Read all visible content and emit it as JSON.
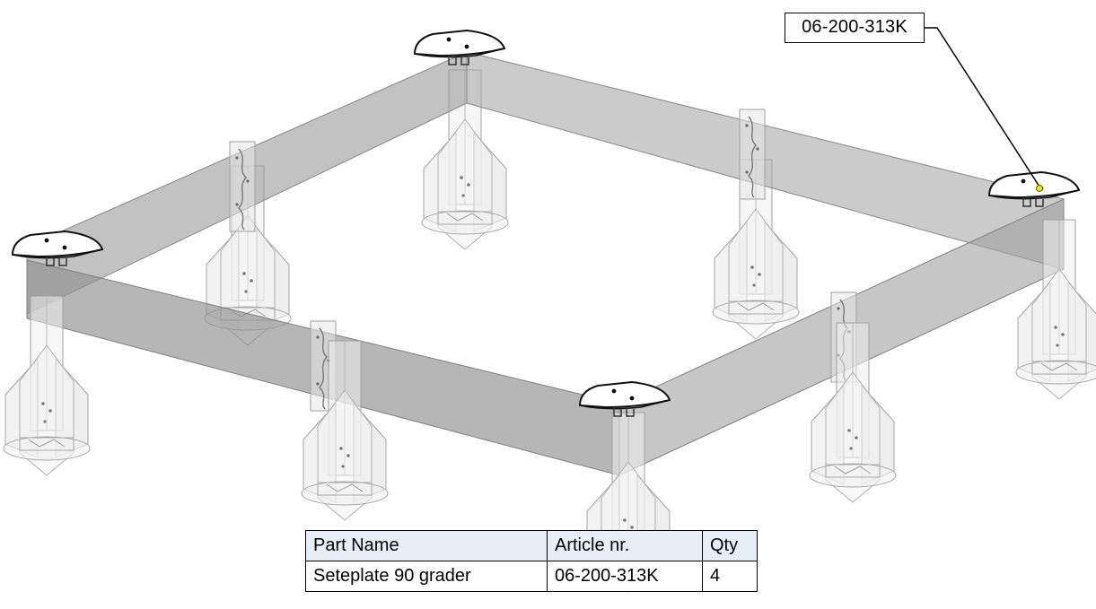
{
  "callout": {
    "label": "06-200-313K"
  },
  "bom_table": {
    "headers": {
      "part_name": "Part Name",
      "article_nr": "Article nr.",
      "qty": "Qty"
    },
    "rows": [
      {
        "part_name": "Seteplate 90 grader",
        "article_nr": "06-200-313K",
        "qty": "4"
      }
    ]
  },
  "colors": {
    "frame_fill": "#bdbdbd",
    "leg_outline": "#9a9a9a",
    "callout_marker": "#f2e400",
    "table_header_bg": "#e8eef8"
  }
}
